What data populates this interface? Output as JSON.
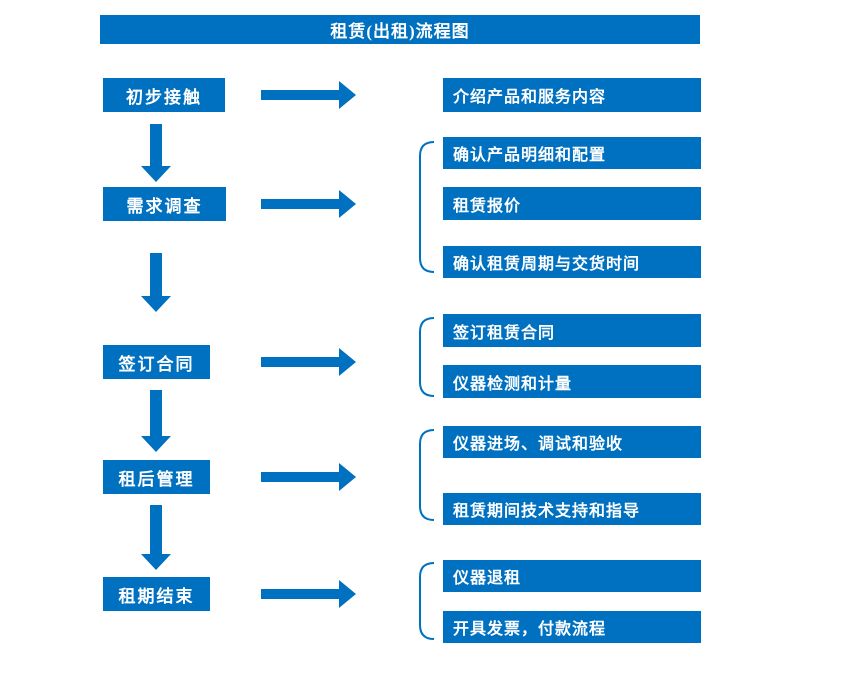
{
  "title": "租赁(出租)流程图",
  "colors": {
    "primary_blue": "#0070C0",
    "box_text": "#FFFFFF",
    "background": "#FFFFFF"
  },
  "steps": [
    {
      "label": "初步接触",
      "outputs": [
        "介绍产品和服务内容"
      ]
    },
    {
      "label": "需求调查",
      "outputs": [
        "确认产品明细和配置",
        "租赁报价",
        "确认租赁周期与交货时间"
      ]
    },
    {
      "label": "签订合同",
      "outputs": [
        "签订租赁合同",
        "仪器检测和计量"
      ]
    },
    {
      "label": "租后管理",
      "outputs": [
        "仪器进场、调试和验收",
        "租赁期间技术支持和指导"
      ]
    },
    {
      "label": "租期结束",
      "outputs": [
        "仪器退租",
        "开具发票，付款流程"
      ]
    }
  ]
}
